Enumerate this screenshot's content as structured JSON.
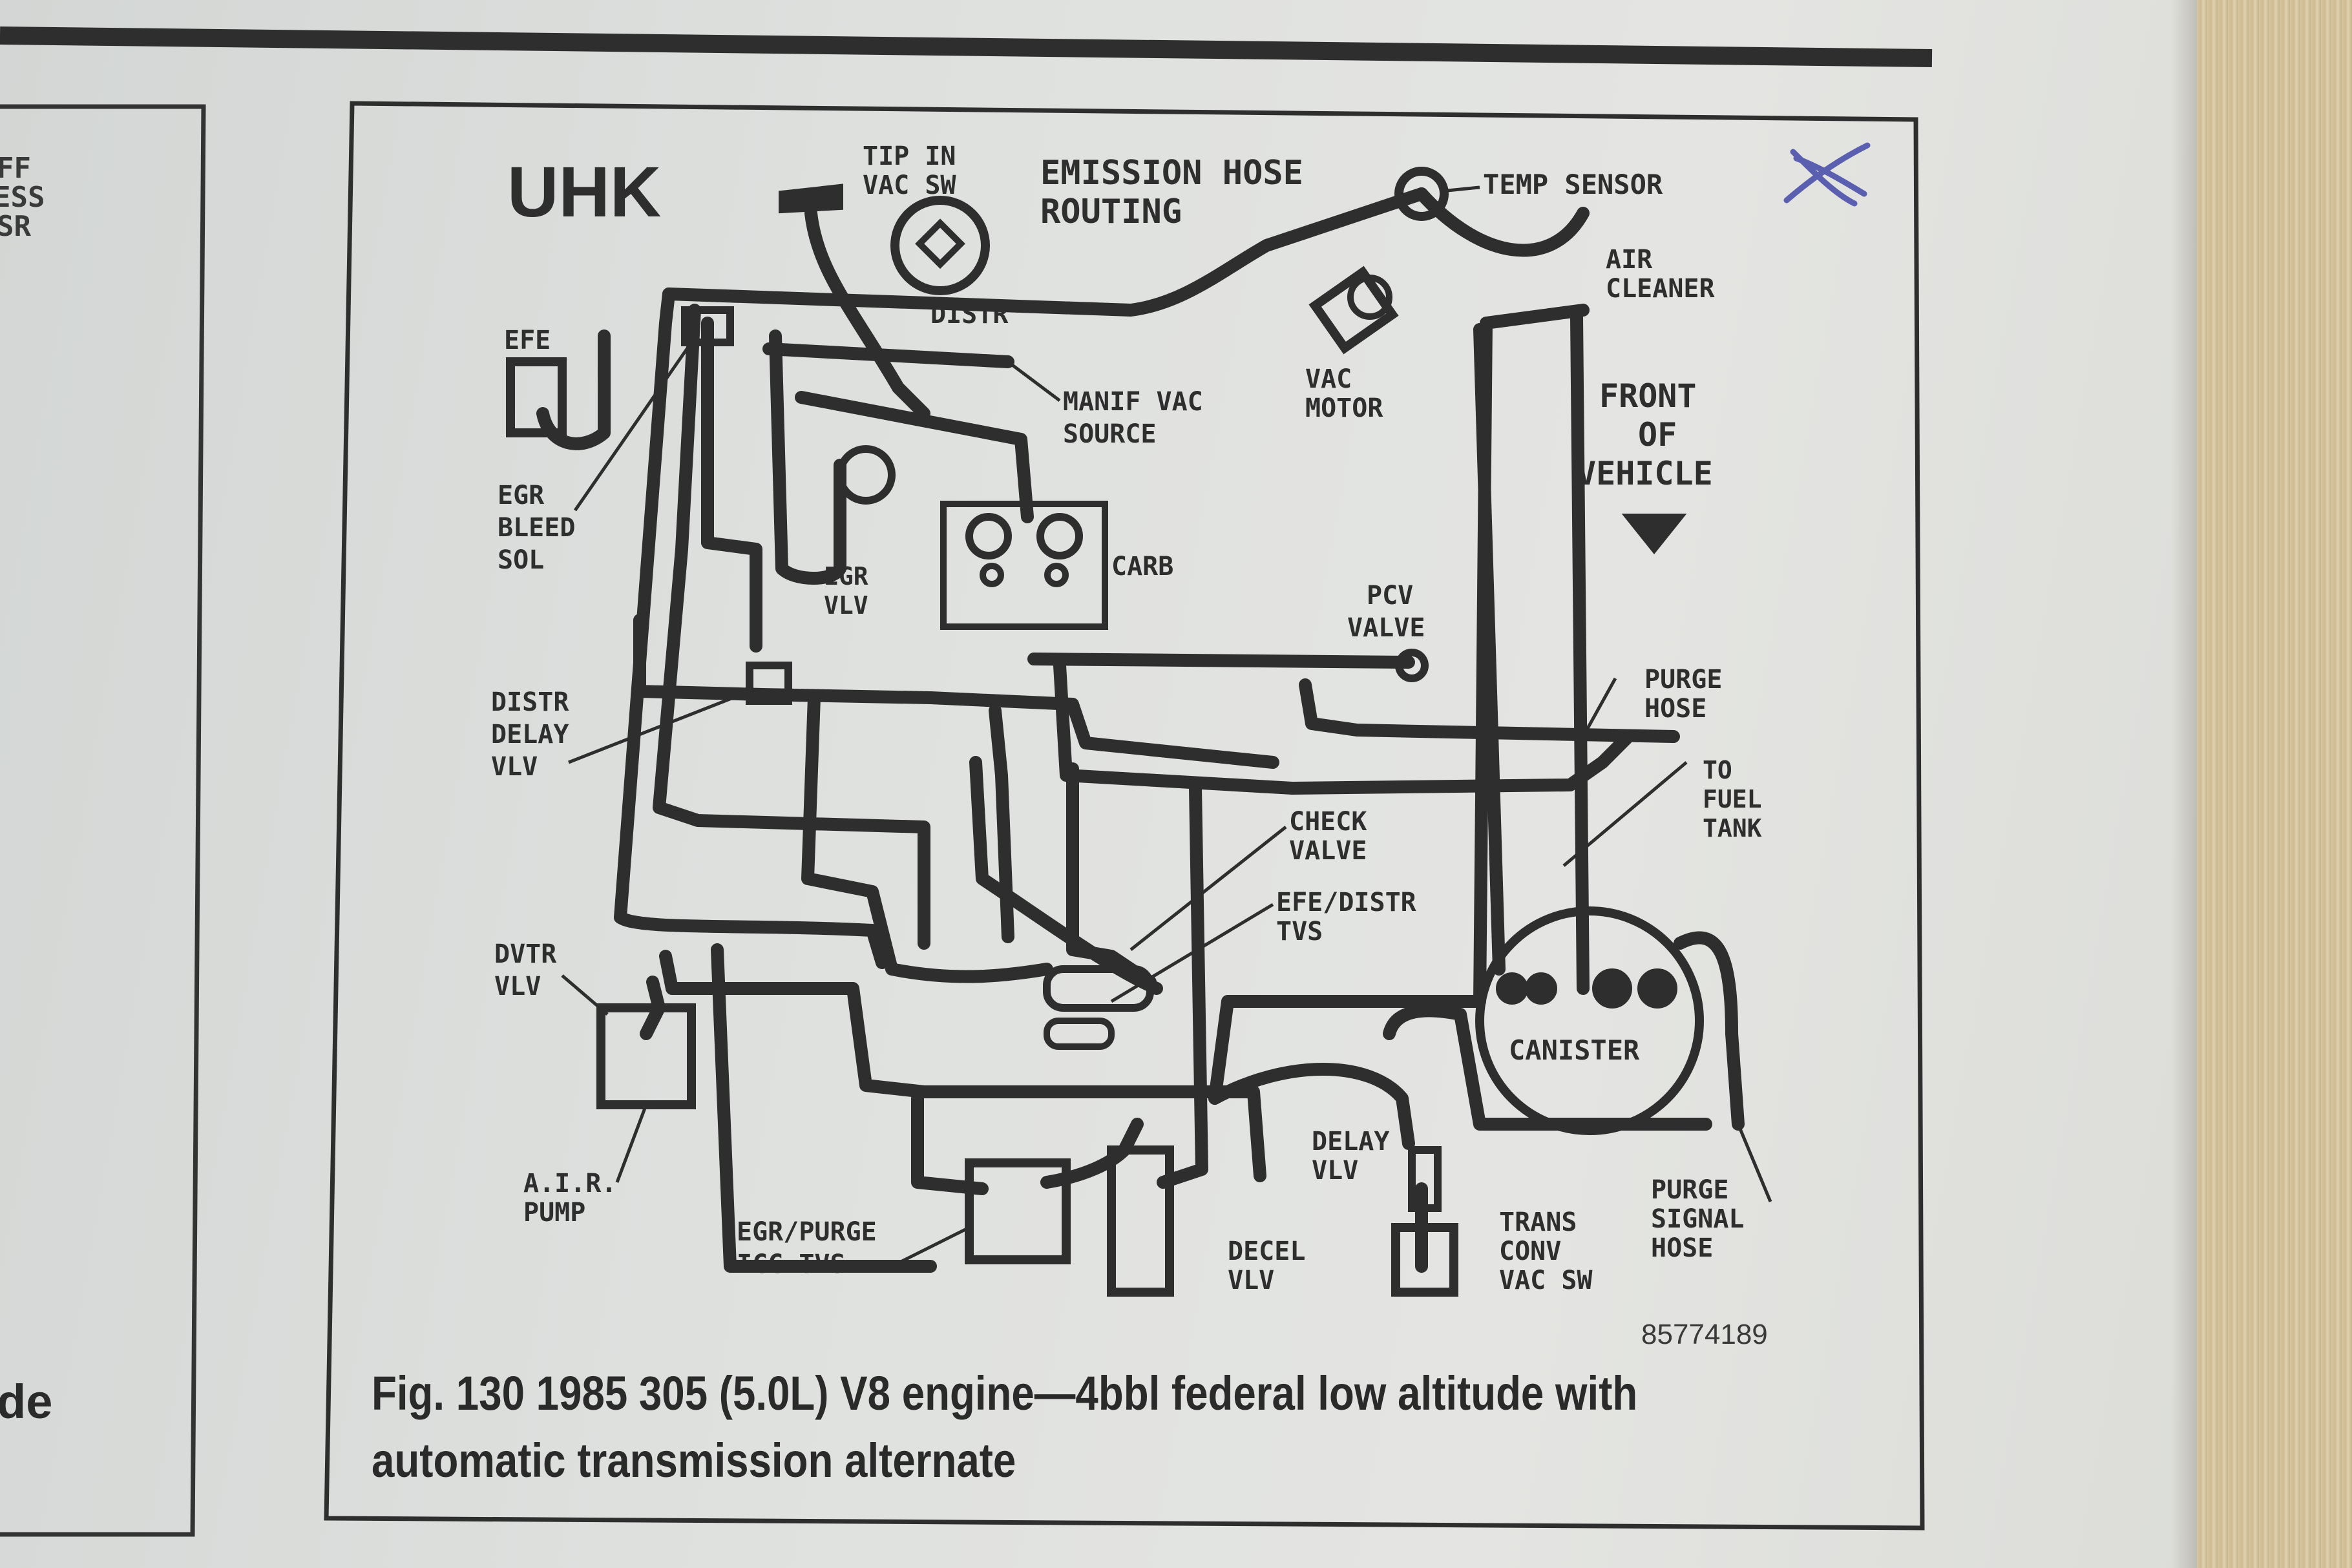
{
  "diagram": {
    "code": "UHK",
    "title_line1": "EMISSION HOSE",
    "title_line2": "ROUTING",
    "labels": {
      "tip_in_1": "TIP IN",
      "tip_in_2": "VAC SW",
      "distr": "DISTR",
      "temp_sensor": "TEMP SENSOR",
      "air_1": "AIR",
      "air_2": "CLEANER",
      "efe": "EFE",
      "manif_1": "MANIF VAC",
      "manif_2": "SOURCE",
      "vac_motor_1": "VAC",
      "vac_motor_2": "MOTOR",
      "front_1": "FRONT",
      "front_2": "OF",
      "front_3": "VEHICLE",
      "egr_bleed_1": "EGR",
      "egr_bleed_2": "BLEED",
      "egr_bleed_3": "SOL",
      "egr_vlv_1": "EGR",
      "egr_vlv_2": "VLV",
      "carb": "CARB",
      "pcv_1": "PCV",
      "pcv_2": "VALVE",
      "distr_delay_1": "DISTR",
      "distr_delay_2": "DELAY",
      "distr_delay_3": "VLV",
      "purge_hose_1": "PURGE",
      "purge_hose_2": "HOSE",
      "fuel_1": "TO",
      "fuel_2": "FUEL",
      "fuel_3": "TANK",
      "check_1": "CHECK",
      "check_2": "VALVE",
      "efe_tvs_1": "EFE/DISTR",
      "efe_tvs_2": "TVS",
      "dvtr_1": "DVTR",
      "dvtr_2": "VLV",
      "canister": "CANISTER",
      "air_pump_1": "A.I.R.",
      "air_pump_2": "PUMP",
      "delay_1": "DELAY",
      "delay_2": "VLV",
      "egr_purge_1": "EGR/PURGE",
      "egr_purge_2": "ICC TVS",
      "decel_1": "DECEL",
      "decel_2": "VLV",
      "trans_1": "TRANS",
      "trans_2": "CONV",
      "trans_3": "VAC SW",
      "purge_signal_1": "PURGE",
      "purge_signal_2": "SIGNAL",
      "purge_signal_3": "HOSE"
    },
    "figure_number": "85774189",
    "handwritten_mark": "X"
  },
  "caption": {
    "line1": "Fig. 130 1985 305 (5.0L) V8 engine—4bbl federal low altitude with",
    "line2": "automatic transmission alternate"
  },
  "left_column": {
    "fragment1": "FF",
    "fragment2": "ESS",
    "fragment3": "SR",
    "fragment4": "de"
  },
  "colors": {
    "ink": "#2e2e2e",
    "paper": "#dfe1df",
    "pen_mark": "#5a5fb0"
  }
}
